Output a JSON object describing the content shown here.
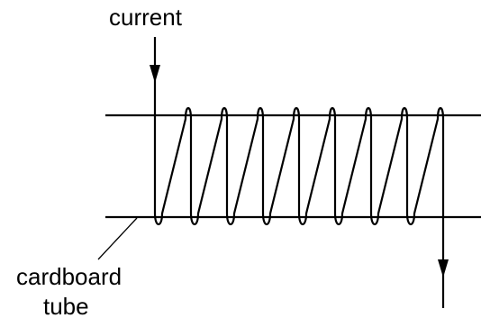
{
  "labels": {
    "current": "current",
    "tube_line1": "cardboard",
    "tube_line2": "tube"
  },
  "coil": {
    "turns": 8
  },
  "colors": {
    "ink": "#000000",
    "background": "#ffffff"
  }
}
